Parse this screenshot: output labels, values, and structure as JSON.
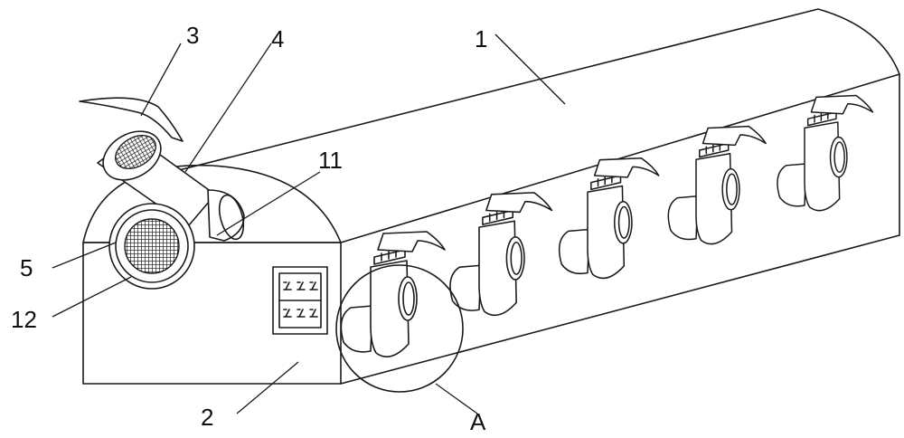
{
  "labels": {
    "l1": "1",
    "l2": "2",
    "l3": "3",
    "l4": "4",
    "l5": "5",
    "l11": "11",
    "l12": "12",
    "lA": "A"
  }
}
